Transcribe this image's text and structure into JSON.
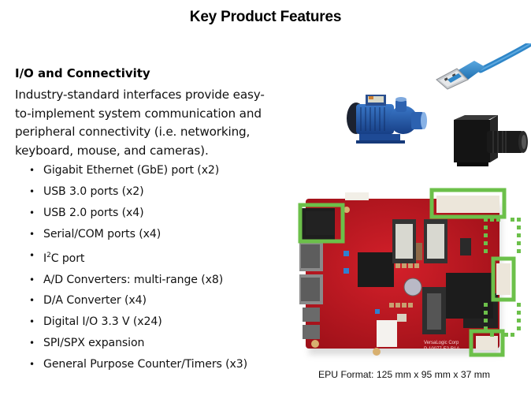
{
  "slide": {
    "title": "Key Product Features",
    "section_heading": "I/O and Connectivity",
    "intro_lines": [
      "Industry-standard interfaces provide easy-",
      "to-implement system communication and",
      "peripheral connectivity (i.e. networking,",
      "keyboard, mouse, and cameras)."
    ],
    "bullets": [
      {
        "text": "Gigabit Ethernet (GbE) port (x2)"
      },
      {
        "text": "USB 3.0 ports (x2)"
      },
      {
        "text": "USB 2.0 ports (x4)"
      },
      {
        "text": "Serial/COM ports (x4)"
      },
      {
        "pre": "I",
        "sup": "2",
        "post": "C port"
      },
      {
        "text": "A/D Converters: multi-range (x8)"
      },
      {
        "text": "D/A Converter (x4)"
      },
      {
        "text": "Digital I/O 3.3 V (x24)"
      },
      {
        "text": "SPI/SPX expansion"
      },
      {
        "text": "General Purpose Counter/Timers (x3)"
      }
    ],
    "bullet_glyph": "•",
    "caption": "EPU Format: 125 mm x 95 mm x 37 mm",
    "images": {
      "pump": "water-pump-photo",
      "usb": "usb-3-cable-photo",
      "camera": "industrial-camera-photo",
      "board": "epu-circuit-board-photo"
    },
    "colors": {
      "highlight_green": "#6cc04a",
      "board_red": "#c0161e",
      "usb_blue": "#2f86c8"
    },
    "board_labels": {
      "maker": "VersaLogic Corp",
      "part": "P-10077-E2 R1A"
    }
  }
}
